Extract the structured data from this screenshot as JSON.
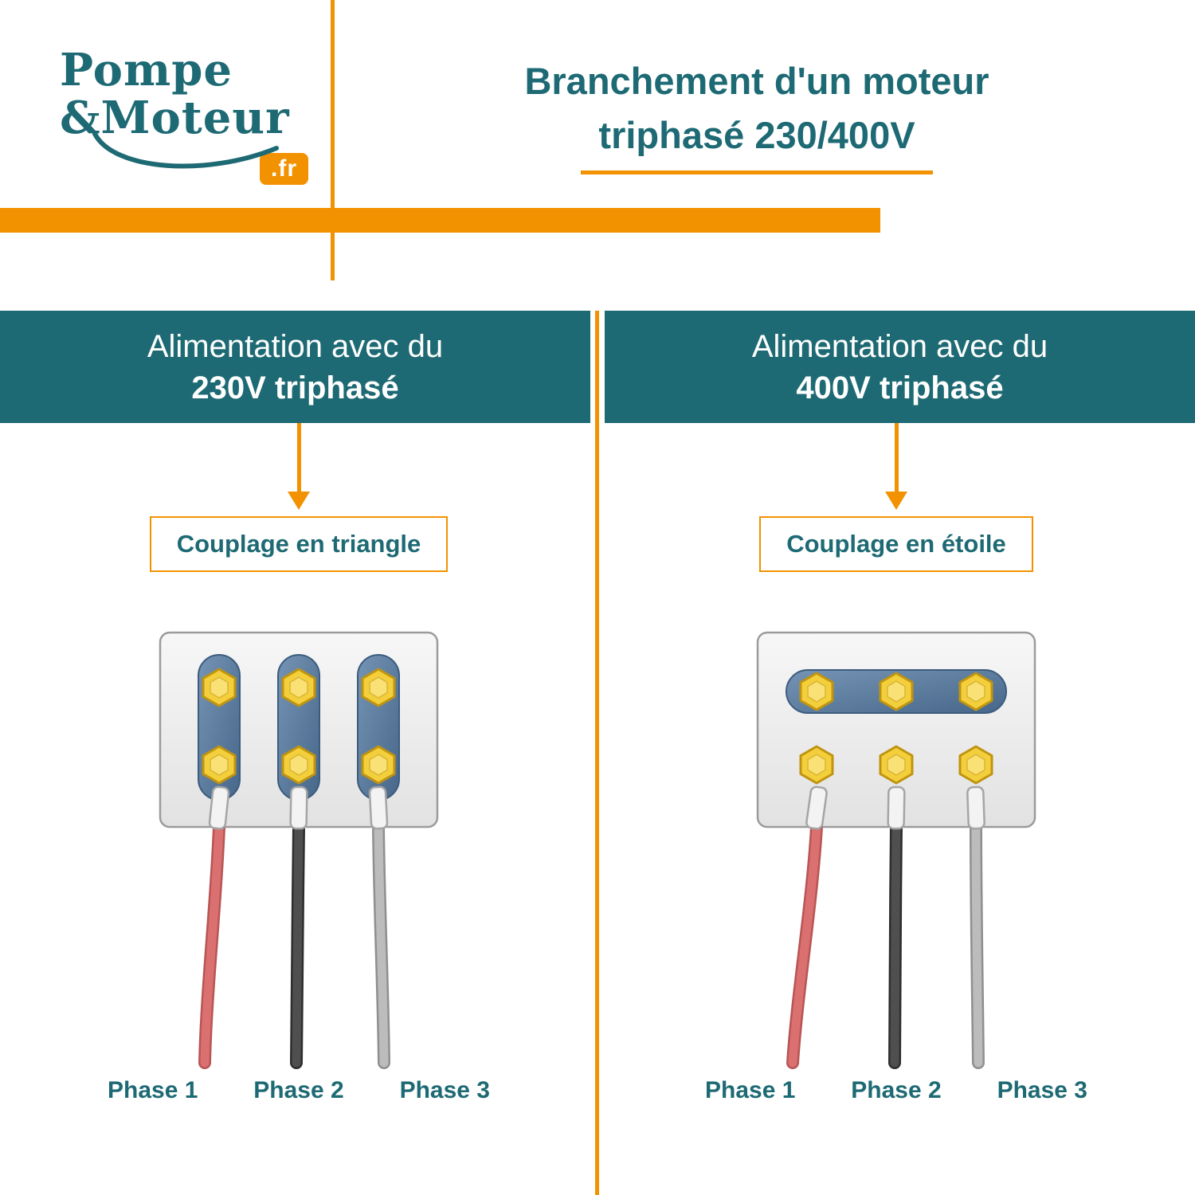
{
  "logo": {
    "line1": "Pompe",
    "line2": "&Moteur",
    "tld": ".fr"
  },
  "title": {
    "line1": "Branchement d'un moteur",
    "line2": "triphasé 230/400V"
  },
  "columns": [
    {
      "header_line1": "Alimentation avec du",
      "header_line2": "230V triphasé",
      "coupling_label": "Couplage en triangle",
      "phases": [
        "Phase 1",
        "Phase 2",
        "Phase 3"
      ]
    },
    {
      "header_line1": "Alimentation avec du",
      "header_line2": "400V triphasé",
      "coupling_label": "Couplage en étoile",
      "phases": [
        "Phase 1",
        "Phase 2",
        "Phase 3"
      ]
    }
  ],
  "colors": {
    "teal": "#1E6A74",
    "orange": "#F29200",
    "terminal_bar_blue": "#5A7FA3",
    "bolt_yellow": "#F4CF3C",
    "wire_red": "#DB7070",
    "wire_dark_grey": "#4F4F4F",
    "wire_light_grey": "#BCBCBC"
  }
}
